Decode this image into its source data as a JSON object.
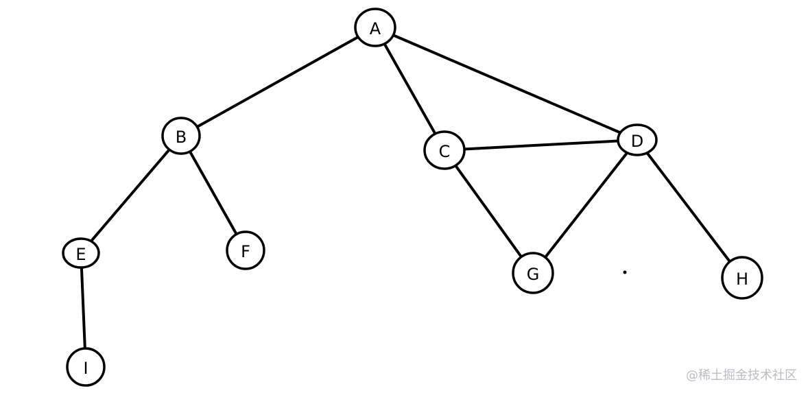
{
  "diagram": {
    "nodes": [
      {
        "id": "A",
        "label": "A"
      },
      {
        "id": "B",
        "label": "B"
      },
      {
        "id": "C",
        "label": "C"
      },
      {
        "id": "D",
        "label": "D"
      },
      {
        "id": "E",
        "label": "E"
      },
      {
        "id": "F",
        "label": "F"
      },
      {
        "id": "G",
        "label": "G"
      },
      {
        "id": "H",
        "label": "H"
      },
      {
        "id": "I",
        "label": "I"
      }
    ],
    "edges": [
      {
        "from": "A",
        "to": "B"
      },
      {
        "from": "A",
        "to": "C"
      },
      {
        "from": "A",
        "to": "D"
      },
      {
        "from": "B",
        "to": "E"
      },
      {
        "from": "B",
        "to": "F"
      },
      {
        "from": "C",
        "to": "D"
      },
      {
        "from": "C",
        "to": "G"
      },
      {
        "from": "D",
        "to": "G"
      },
      {
        "from": "D",
        "to": "H"
      },
      {
        "from": "E",
        "to": "I"
      }
    ]
  },
  "watermark": "@稀土掘金技术社区"
}
